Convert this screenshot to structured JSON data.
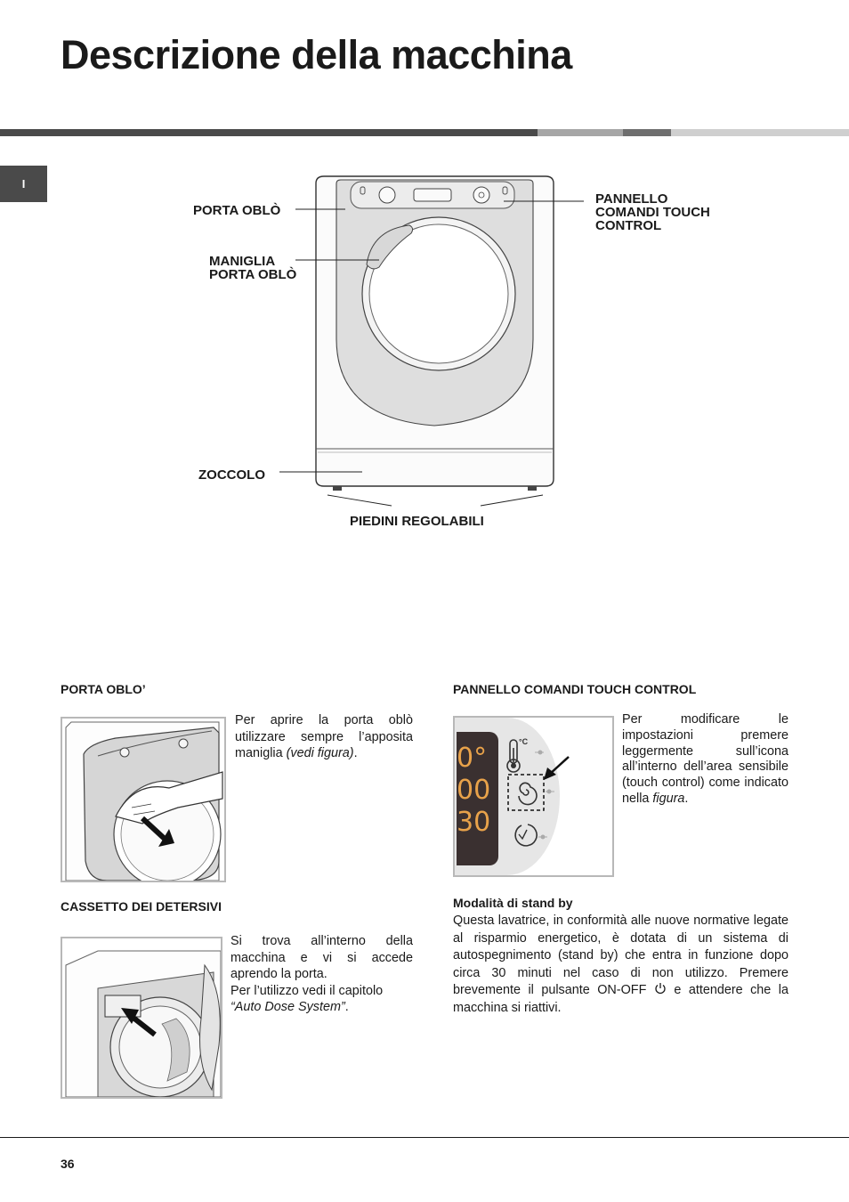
{
  "title": "Descrizione della macchina",
  "language_tab": "I",
  "diagram_labels": {
    "porta_oblo": "PORTA OBLÒ",
    "maniglia_line1": "MANIGLIA",
    "maniglia_line2": "PORTA OBLÒ",
    "pannello_line1": "PANNELLO",
    "pannello_line2": "COMANDI TOUCH",
    "pannello_line3": "CONTROL",
    "zoccolo": "ZOCCOLO",
    "piedini": "PIEDINI REGOLABILI"
  },
  "sections": {
    "porta": {
      "heading": "PORTA OBLO’",
      "text_plain": "Per aprire la porta oblò utilizzare sempre l’apposita maniglia ",
      "text_italic": "(vedi figura)",
      "text_end": "."
    },
    "cassetto": {
      "heading": "CASSETTO DEI DETERSIVI",
      "text1": "Si trova all’interno della macchina e vi si accede aprendo la porta.",
      "text2_plain": "Per l’utilizzo vedi il capitolo ",
      "text2_italic": "“Auto Dose System”",
      "text2_end": "."
    },
    "pannello": {
      "heading": "PANNELLO COMANDI TOUCH CONTROL",
      "text_plain": "Per modificare le impostazioni premere leggermente sull’icona all’interno dell’area sensibile (touch control) come indicato nella ",
      "text_italic": "figura",
      "text_end": ".",
      "display_digits": [
        "0°",
        "00",
        "30"
      ],
      "celsius_mark": "°C"
    },
    "standby": {
      "heading": "Modalità di stand by",
      "text_before": "Questa lavatrice, in conformità alle nuove normative legate al risparmio energetico, è dotata di un sistema di autospegnimento (stand by) che entra in funzione dopo circa 30 minuti nel caso di non utilizzo. Premere brevemente il pulsante ON-OFF ",
      "text_after": " e attendere che la macchina si riattivi."
    }
  },
  "icons": {
    "power": "power-icon",
    "thermometer": "thermometer-icon",
    "spiral": "spin-icon",
    "clock": "clock-icon"
  },
  "page_number": "36",
  "colors": {
    "rule_dark": "#4a4a4a",
    "rule_mid": "#a6a6a6",
    "rule_dark2": "#6e6e6e",
    "rule_light": "#cfcfcf",
    "display_bg": "#3a3030",
    "display_digit": "#e8a24a",
    "figure_border": "#b8b8b8"
  }
}
